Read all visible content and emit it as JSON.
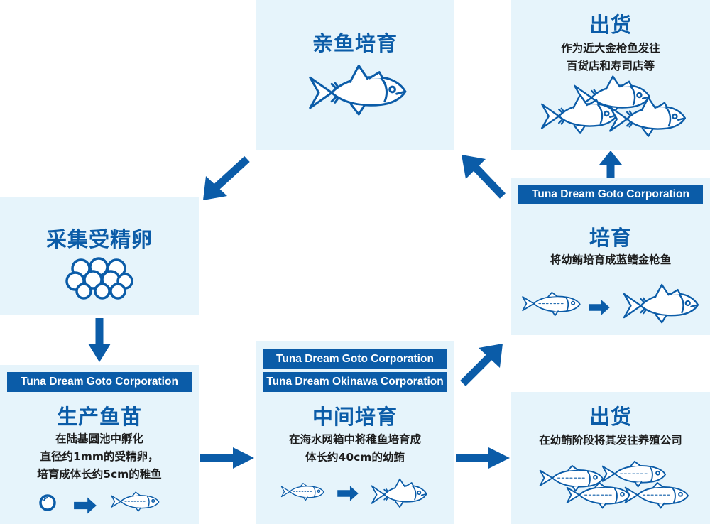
{
  "diagram": {
    "colors": {
      "primary": "#0b5ca8",
      "box_bg": "#e6f4fb",
      "text": "#1d1d1d"
    },
    "steps": {
      "broodstock": {
        "title": "亲鱼培育",
        "icon": "tuna-fish-icon"
      },
      "egg_collection": {
        "title": "采集受精卵",
        "icon": "fertilized-eggs-icon"
      },
      "fry_production": {
        "tag": "Tuna Dream Goto Corporation",
        "title": "生产鱼苗",
        "desc": [
          "在陆基圆池中孵化",
          "直径约1mm的受精卵，",
          "培育成体长约5cm的稚鱼"
        ],
        "icons": [
          "egg-icon",
          "arrow-right-icon",
          "fry-fish-icon"
        ]
      },
      "intermediate": {
        "tags": [
          "Tuna Dream Goto Corporation",
          "Tuna Dream Okinawa Corporation"
        ],
        "title": "中间培育",
        "desc": [
          "在海水网箱中将稚鱼培育成",
          "体长约40cm的幼鲔"
        ],
        "icons": [
          "small-fish-icon",
          "arrow-right-icon",
          "young-tuna-icon"
        ]
      },
      "grow_out": {
        "tag": "Tuna Dream Goto Corporation",
        "title": "培育",
        "desc": [
          "将幼鲔培育成蓝鳍金枪鱼"
        ],
        "icons": [
          "young-tuna-icon",
          "arrow-right-icon",
          "bluefin-tuna-icon"
        ]
      },
      "shipping_adult": {
        "title": "出货",
        "desc": [
          "作为近大金枪鱼发往",
          "百货店和寿司店等"
        ],
        "icon": "tuna-group-icon"
      },
      "shipping_young": {
        "title": "出货",
        "desc": [
          "在幼鲔阶段将其发往养殖公司"
        ],
        "icon": "young-tuna-group-icon"
      }
    }
  }
}
